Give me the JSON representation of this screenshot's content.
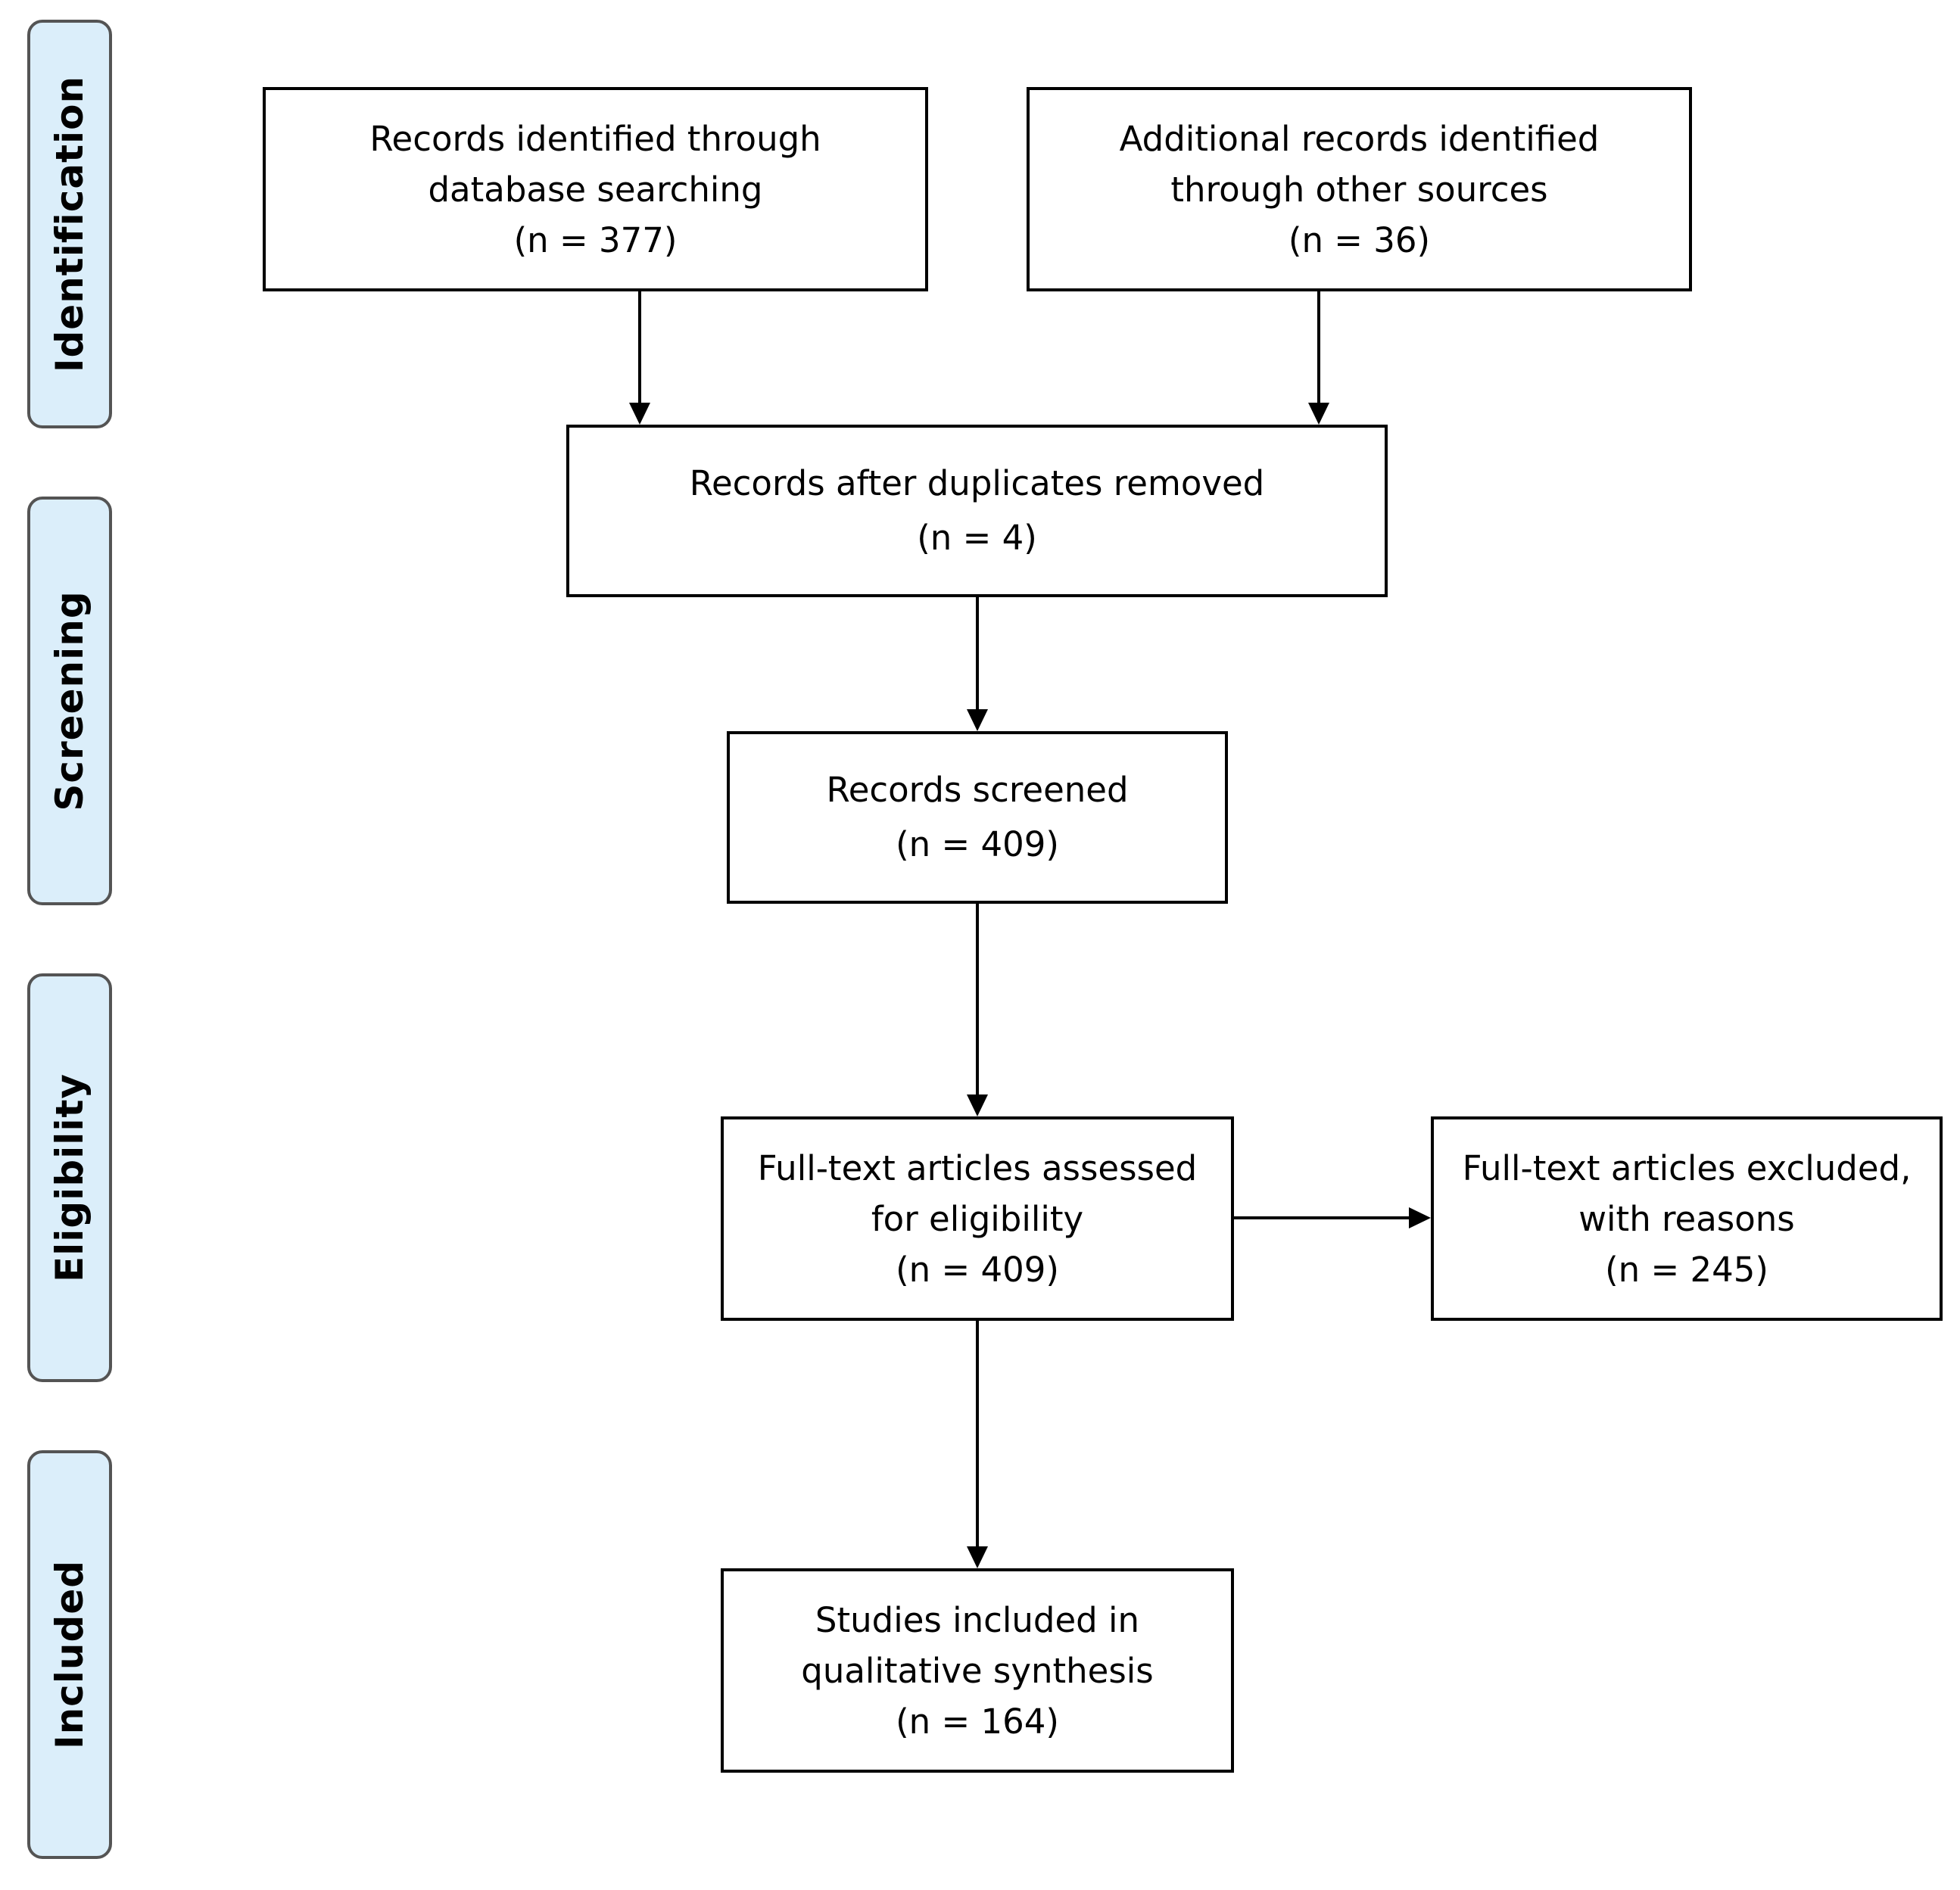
{
  "phases": {
    "identification": "Identification",
    "screening": "Screening",
    "eligibility": "Eligibility",
    "included": "Included"
  },
  "boxes": {
    "database_search": {
      "line1": "Records identified through",
      "line2": "database searching",
      "count": "(n = 377)"
    },
    "other_sources": {
      "line1": "Additional records identified",
      "line2": "through other sources",
      "count": "(n = 36)"
    },
    "duplicates_removed": {
      "line1": "Records after duplicates removed",
      "count": "(n = 4)"
    },
    "screened": {
      "line1": "Records screened",
      "count": "(n = 409)"
    },
    "full_text_assessed": {
      "line1": "Full-text articles assessed",
      "line2": "for eligibility",
      "count": "(n = 409)"
    },
    "full_text_excluded": {
      "line1": "Full-text articles excluded,",
      "line2": "with reasons",
      "count": "(n = 245)"
    },
    "included_studies": {
      "line1": "Studies included in",
      "line2": "qualitative synthesis",
      "count": "(n = 164)"
    }
  },
  "colors": {
    "phase_fill": "#dbeefa",
    "phase_border": "#545454",
    "box_border": "#000000"
  }
}
